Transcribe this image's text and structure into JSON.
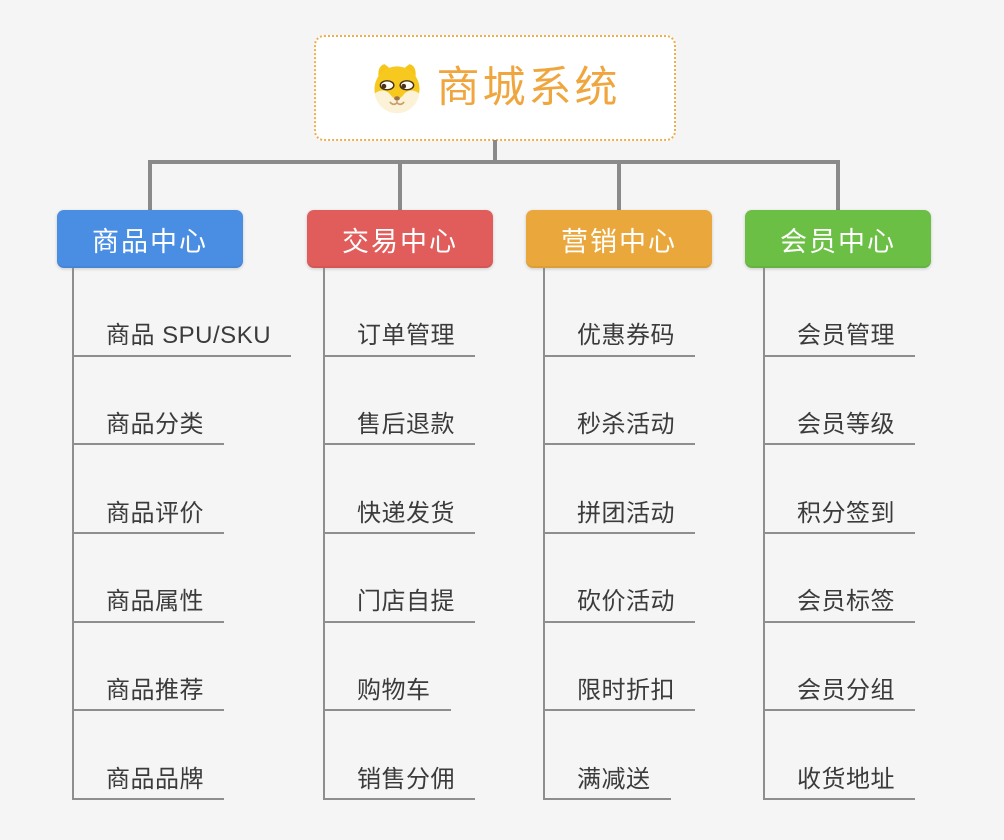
{
  "page": {
    "background_color": "#F5F5F6",
    "connector_color": "#8A8A8A",
    "leaf_line_color": "#8E8E8E"
  },
  "root": {
    "title": "商城系统",
    "icon": "dog-face-icon",
    "title_color": "#F0A63E",
    "border_color": "#F0AF4F"
  },
  "branches": [
    {
      "label": "商品中心",
      "color": "#4A8EE4",
      "children": [
        "商品 SPU/SKU",
        "商品分类",
        "商品评价",
        "商品属性",
        "商品推荐",
        "商品品牌"
      ]
    },
    {
      "label": "交易中心",
      "color": "#E15D5B",
      "children": [
        "订单管理",
        "售后退款",
        "快递发货",
        "门店自提",
        "购物车",
        "销售分佣"
      ]
    },
    {
      "label": "营销中心",
      "color": "#EAA83C",
      "children": [
        "优惠券码",
        "秒杀活动",
        "拼团活动",
        "砍价活动",
        "限时折扣",
        "满减送"
      ]
    },
    {
      "label": "会员中心",
      "color": "#6CBF45",
      "children": [
        "会员管理",
        "会员等级",
        "积分签到",
        "会员标签",
        "会员分组",
        "收货地址"
      ]
    }
  ]
}
